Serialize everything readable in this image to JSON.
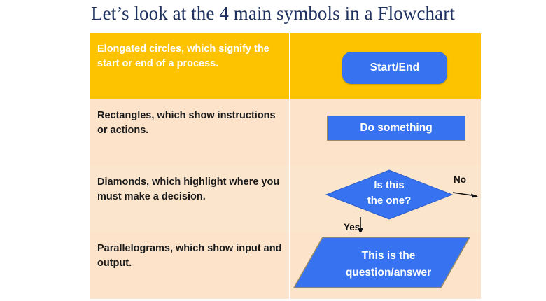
{
  "slide": {
    "title": "Let’s look at the 4 main symbols in a Flowchart",
    "title_color": "#1f3160",
    "background": "#ffffff"
  },
  "colors": {
    "highlight_row_bg": "#fdc300",
    "plain_row_bg": "#fce5cd",
    "shape_fill": "#3772f0",
    "shape_text": "#ffffff",
    "body_text": "#1a1a1a",
    "highlight_row_text": "#ffffff",
    "shape_border": "#9a8b63"
  },
  "table": {
    "rows": [
      {
        "id": "terminator",
        "description": "Elongated circles, which signify the start or end of a process.",
        "shape_type": "rounded-rectangle",
        "shape_label": "Start/End",
        "highlighted": true
      },
      {
        "id": "process",
        "description": "Rectangles, which show instructions or actions.",
        "shape_type": "rectangle",
        "shape_label": "Do something",
        "highlighted": false
      },
      {
        "id": "decision",
        "description": "Diamonds, which highlight where you must make a decision.",
        "shape_type": "diamond",
        "shape_label_line1": "Is this",
        "shape_label_line2": "the one?",
        "branch_no": "No",
        "branch_yes": "Yes",
        "highlighted": false
      },
      {
        "id": "data",
        "description": " Parallelograms, which show input and output.",
        "shape_type": "parallelogram",
        "shape_label_line1": "This is the",
        "shape_label_line2": "question/answer",
        "highlighted": false
      }
    ]
  }
}
